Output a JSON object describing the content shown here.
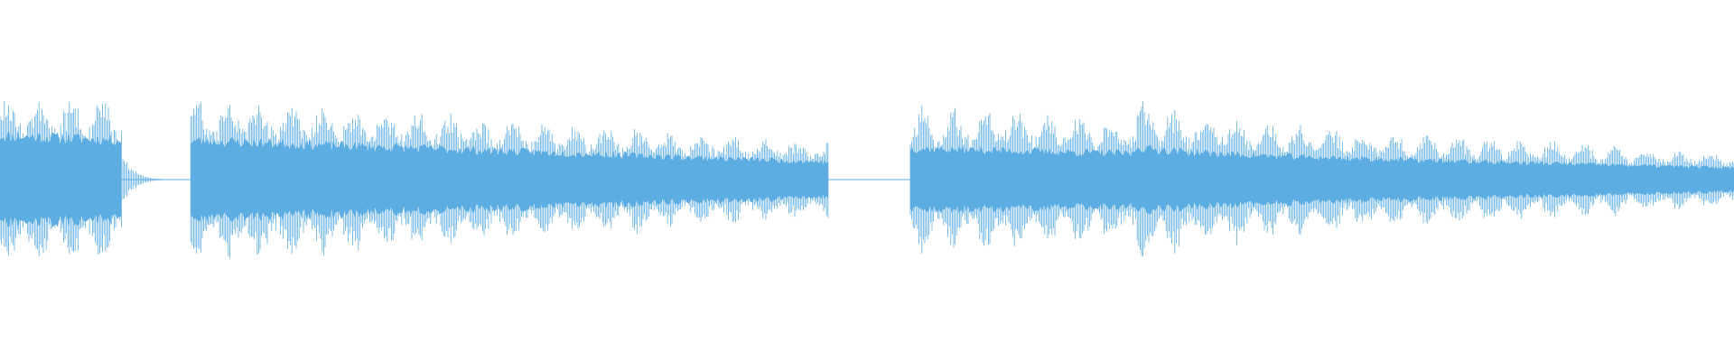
{
  "waveform": {
    "color": "#5dade2",
    "background": "#ffffff",
    "segments": [
      {
        "name": "segment-1",
        "start": 0.0,
        "end": 0.07,
        "peak": 0.93,
        "decay": 0.1,
        "body": 0.45,
        "tail": 0.03,
        "seed": 11
      },
      {
        "name": "segment-2",
        "start": 0.11,
        "end": 0.478,
        "peak": 0.92,
        "decay": 0.55,
        "body": 0.4,
        "tail": 0.0,
        "seed": 23
      },
      {
        "name": "segment-3",
        "start": 0.525,
        "end": 1.0,
        "peak": 0.8,
        "decay": 0.62,
        "body": 0.32,
        "tail": 0.0,
        "seed": 37,
        "burst": {
          "at": 0.655,
          "peak": 0.85
        }
      }
    ]
  }
}
